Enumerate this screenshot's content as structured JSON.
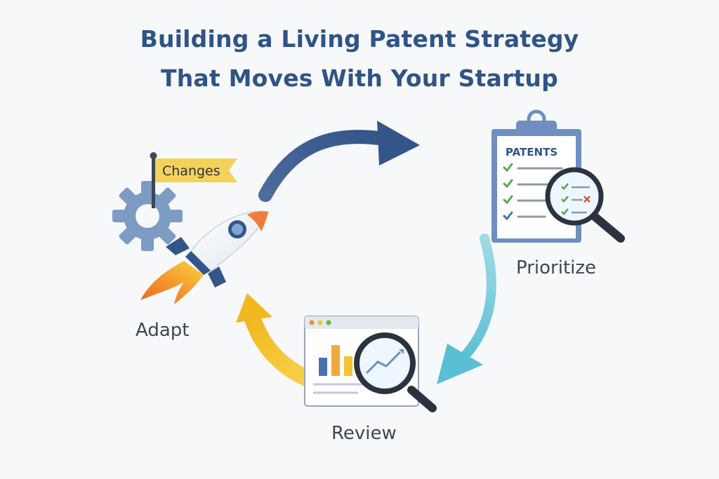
{
  "title": {
    "line1": "Building a Living Patent Strategy",
    "line2": "That Moves With Your Startup"
  },
  "steps": {
    "adapt": "Adapt",
    "prioritize": "Prioritize",
    "review": "Review"
  },
  "flag_text": "Changes",
  "clipboard_heading": "PATENTS",
  "colors": {
    "title": "#2f5486",
    "arrow_navy": "#3b5a8a",
    "arrow_teal": "#6cc7d9",
    "arrow_yellow": "#f4c531",
    "flag": "#f4d25a",
    "gear": "#7d9cc4"
  },
  "icons": [
    "rocket-icon",
    "gear-icon",
    "flag-icon",
    "clipboard-icon",
    "magnifier-icon",
    "browser-chart-icon"
  ]
}
